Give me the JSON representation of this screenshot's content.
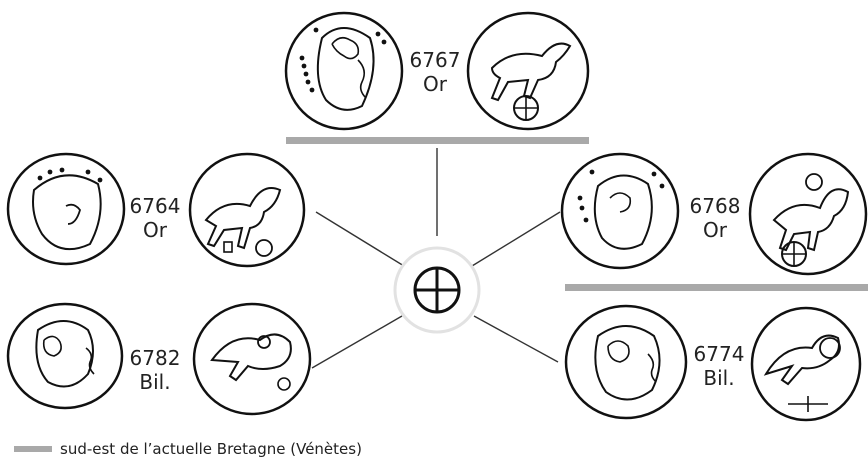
{
  "center_symbol": "wheel-cross",
  "groups": [
    {
      "number": "6767",
      "metal": "Or"
    },
    {
      "number": "6764",
      "metal": "Or"
    },
    {
      "number": "6768",
      "metal": "Or"
    },
    {
      "number": "6782",
      "metal": "Bil."
    },
    {
      "number": "6774",
      "metal": "Bil."
    }
  ],
  "legend": {
    "text": "sud-est de l’actuelle Bretagne (Vénètes)",
    "color": "#a9a9a9"
  },
  "colors": {
    "bar": "#a9a9a9",
    "ink": "#222222"
  }
}
